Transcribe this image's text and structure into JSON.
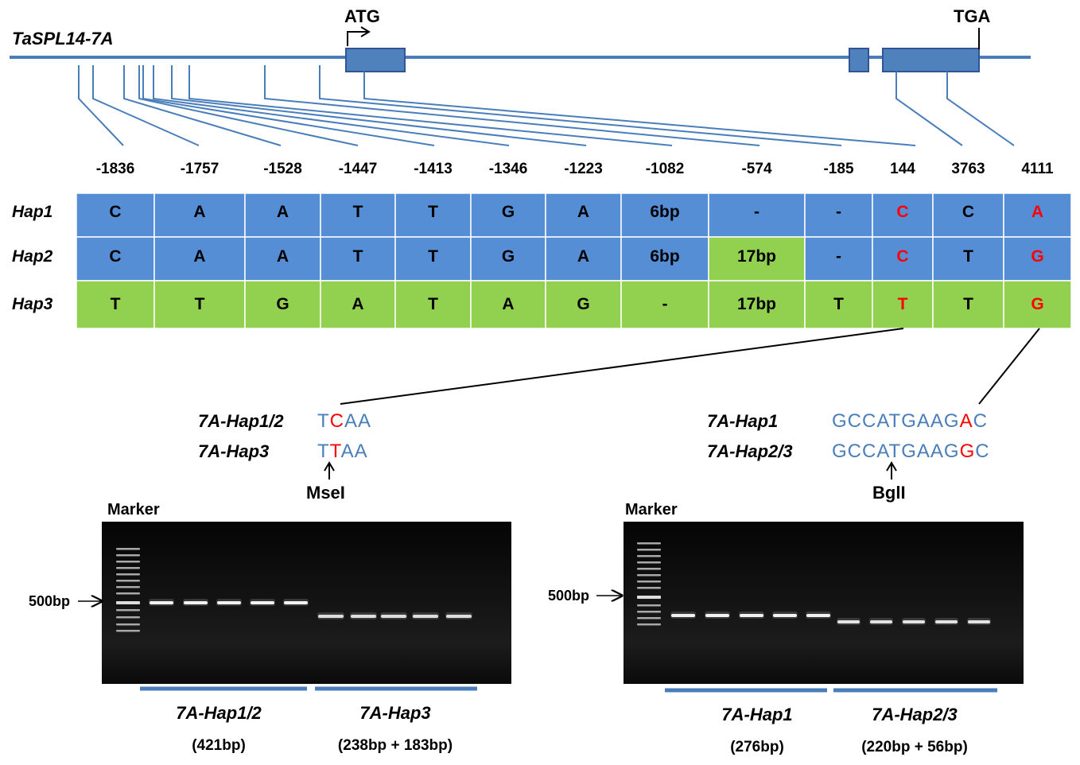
{
  "gene_name": "TaSPL14-7A",
  "start_codon": "ATG",
  "stop_codon": "TGA",
  "positions": [
    "-1836",
    "-1757",
    "-1528",
    "-1447",
    "-1413",
    "-1346",
    "-1223",
    "-1082",
    "-574",
    "-185",
    "144",
    "3763",
    "4111"
  ],
  "haplotypes": [
    {
      "name": "Hap1",
      "cells": [
        "C",
        "A",
        "A",
        "T",
        "T",
        "G",
        "A",
        "6bp",
        "-",
        "-",
        "C",
        "C",
        "A"
      ]
    },
    {
      "name": "Hap2",
      "cells": [
        "C",
        "A",
        "A",
        "T",
        "T",
        "G",
        "A",
        "6bp",
        "17bp",
        "-",
        "C",
        "T",
        "G"
      ]
    },
    {
      "name": "Hap3",
      "cells": [
        "T",
        "T",
        "G",
        "A",
        "T",
        "A",
        "G",
        "-",
        "17bp",
        "T",
        "T",
        "T",
        "G"
      ]
    }
  ],
  "left_site": {
    "rows": [
      {
        "label": "7A-Hap1/2",
        "seq": [
          "T",
          "C",
          "AA"
        ]
      },
      {
        "label": "7A-Hap3",
        "seq": [
          "T",
          "T",
          "AA"
        ]
      }
    ],
    "enzyme": "MseI"
  },
  "right_site": {
    "rows": [
      {
        "label": "7A-Hap1",
        "seq": [
          "GCCATGAAG",
          "A",
          "C"
        ]
      },
      {
        "label": "7A-Hap2/3",
        "seq": [
          "GCCATGAAG",
          "G",
          "C"
        ]
      }
    ],
    "enzyme": "BglI"
  },
  "gels": [
    {
      "marker": "Marker",
      "ladder_label": "500bp",
      "groups": [
        {
          "name": "7A-Hap1/2",
          "size": "(421bp)"
        },
        {
          "name": "7A-Hap3",
          "size": "(238bp + 183bp)"
        }
      ]
    },
    {
      "marker": "Marker",
      "ladder_label": "500bp",
      "groups": [
        {
          "name": "7A-Hap1",
          "size": "(276bp)"
        },
        {
          "name": "7A-Hap2/3",
          "size": "(220bp + 56bp)"
        }
      ]
    }
  ],
  "colors": {
    "blue": "#558ed5",
    "green": "#92d050",
    "line": "#4a7ebb",
    "red": "#ff0000",
    "seq_blue": "#4a7ebb"
  }
}
